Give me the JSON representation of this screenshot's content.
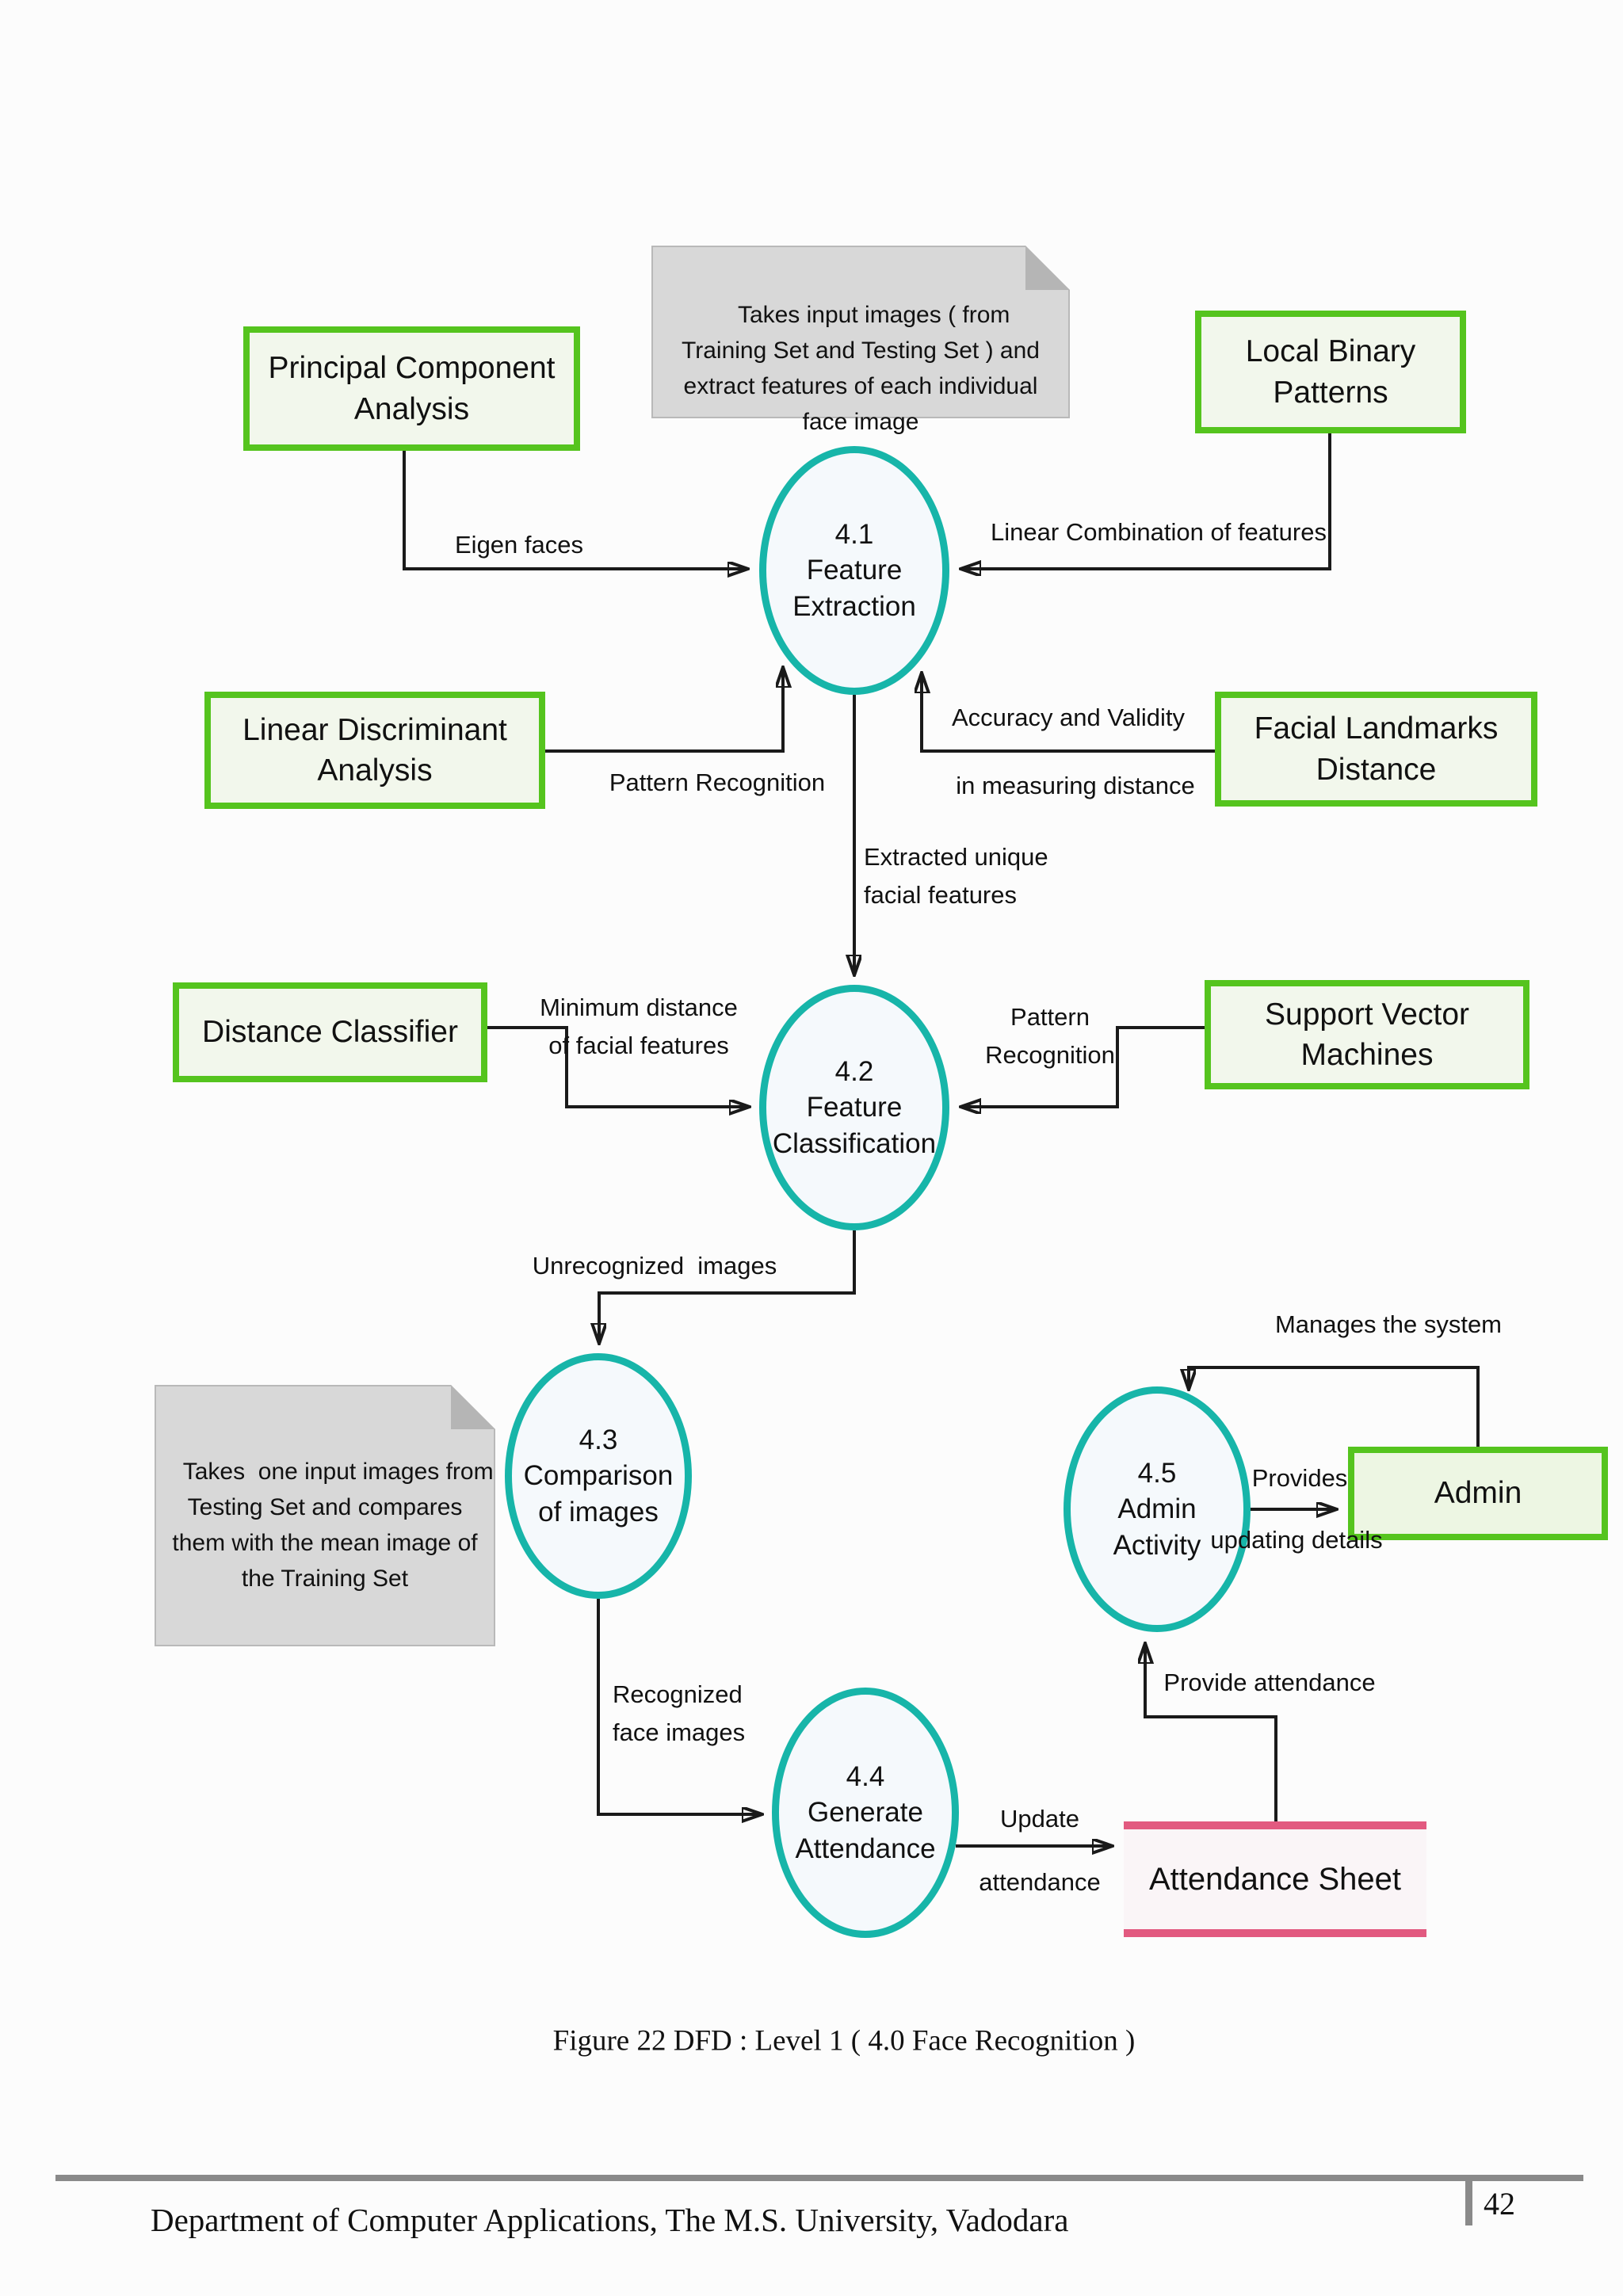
{
  "notes": {
    "top": "Takes input images ( from\nTraining Set and Testing Set ) and\nextract features of each individual\nface image",
    "left": "Takes  one input images from\nTesting Set and compares\nthem with the mean image of\nthe Training Set"
  },
  "entities": [
    {
      "id": "pca",
      "label": "Principal Component\nAnalysis"
    },
    {
      "id": "lbp",
      "label": "Local Binary\nPatterns"
    },
    {
      "id": "lda",
      "label": "Linear Discriminant\nAnalysis"
    },
    {
      "id": "fld",
      "label": "Facial Landmarks\nDistance"
    },
    {
      "id": "dc",
      "label": "Distance Classifier"
    },
    {
      "id": "svm",
      "label": "Support Vector\nMachines"
    },
    {
      "id": "admin",
      "label": "Admin"
    }
  ],
  "processes": [
    {
      "number": "4.1",
      "name": "Feature\nExtraction"
    },
    {
      "number": "4.2",
      "name": "Feature\nClassification"
    },
    {
      "number": "4.3",
      "name": "Comparison\nof images"
    },
    {
      "number": "4.4",
      "name": "Generate\nAttendance"
    },
    {
      "number": "4.5",
      "name": "Admin\nActivity"
    }
  ],
  "datastore": {
    "label": "Attendance Sheet"
  },
  "flow_labels": {
    "eigen_faces": "Eigen faces",
    "linear_combination": "Linear Combination of features",
    "pattern_recognition_lda": "Pattern Recognition",
    "accuracy_line1": "Accuracy and Validity",
    "accuracy_line2": "in measuring distance",
    "extracted_unique": "Extracted unique\nfacial features",
    "minimum_distance": "Minimum distance\nof facial features",
    "pattern_recognition_svm": "Pattern\nRecognition",
    "unrecognized_images": "Unrecognized  images",
    "recognized_images": "Recognized\nface images",
    "update_attendance": "Update\nattendance",
    "provide_attendance": "Provide attendance",
    "provides": "Provides",
    "updating_details": "updating details",
    "manages_system": "Manages the system"
  },
  "caption": "Figure 22 DFD : Level 1 ( 4.0 Face Recognition )",
  "footer": {
    "text": "Department of Computer Applications, The M.S. University, Vadodara",
    "page_number": "42"
  },
  "colors": {
    "entity_border": "#55c41e",
    "entity_fill": "#f2f7ec",
    "process_border": "#17b5a9",
    "process_fill": "#f5f9fc",
    "note_fill": "#d8d8d8",
    "datastore_accent": "#e25a80",
    "wire": "#1a1a1a",
    "footer_rule": "#8a8a8a"
  }
}
